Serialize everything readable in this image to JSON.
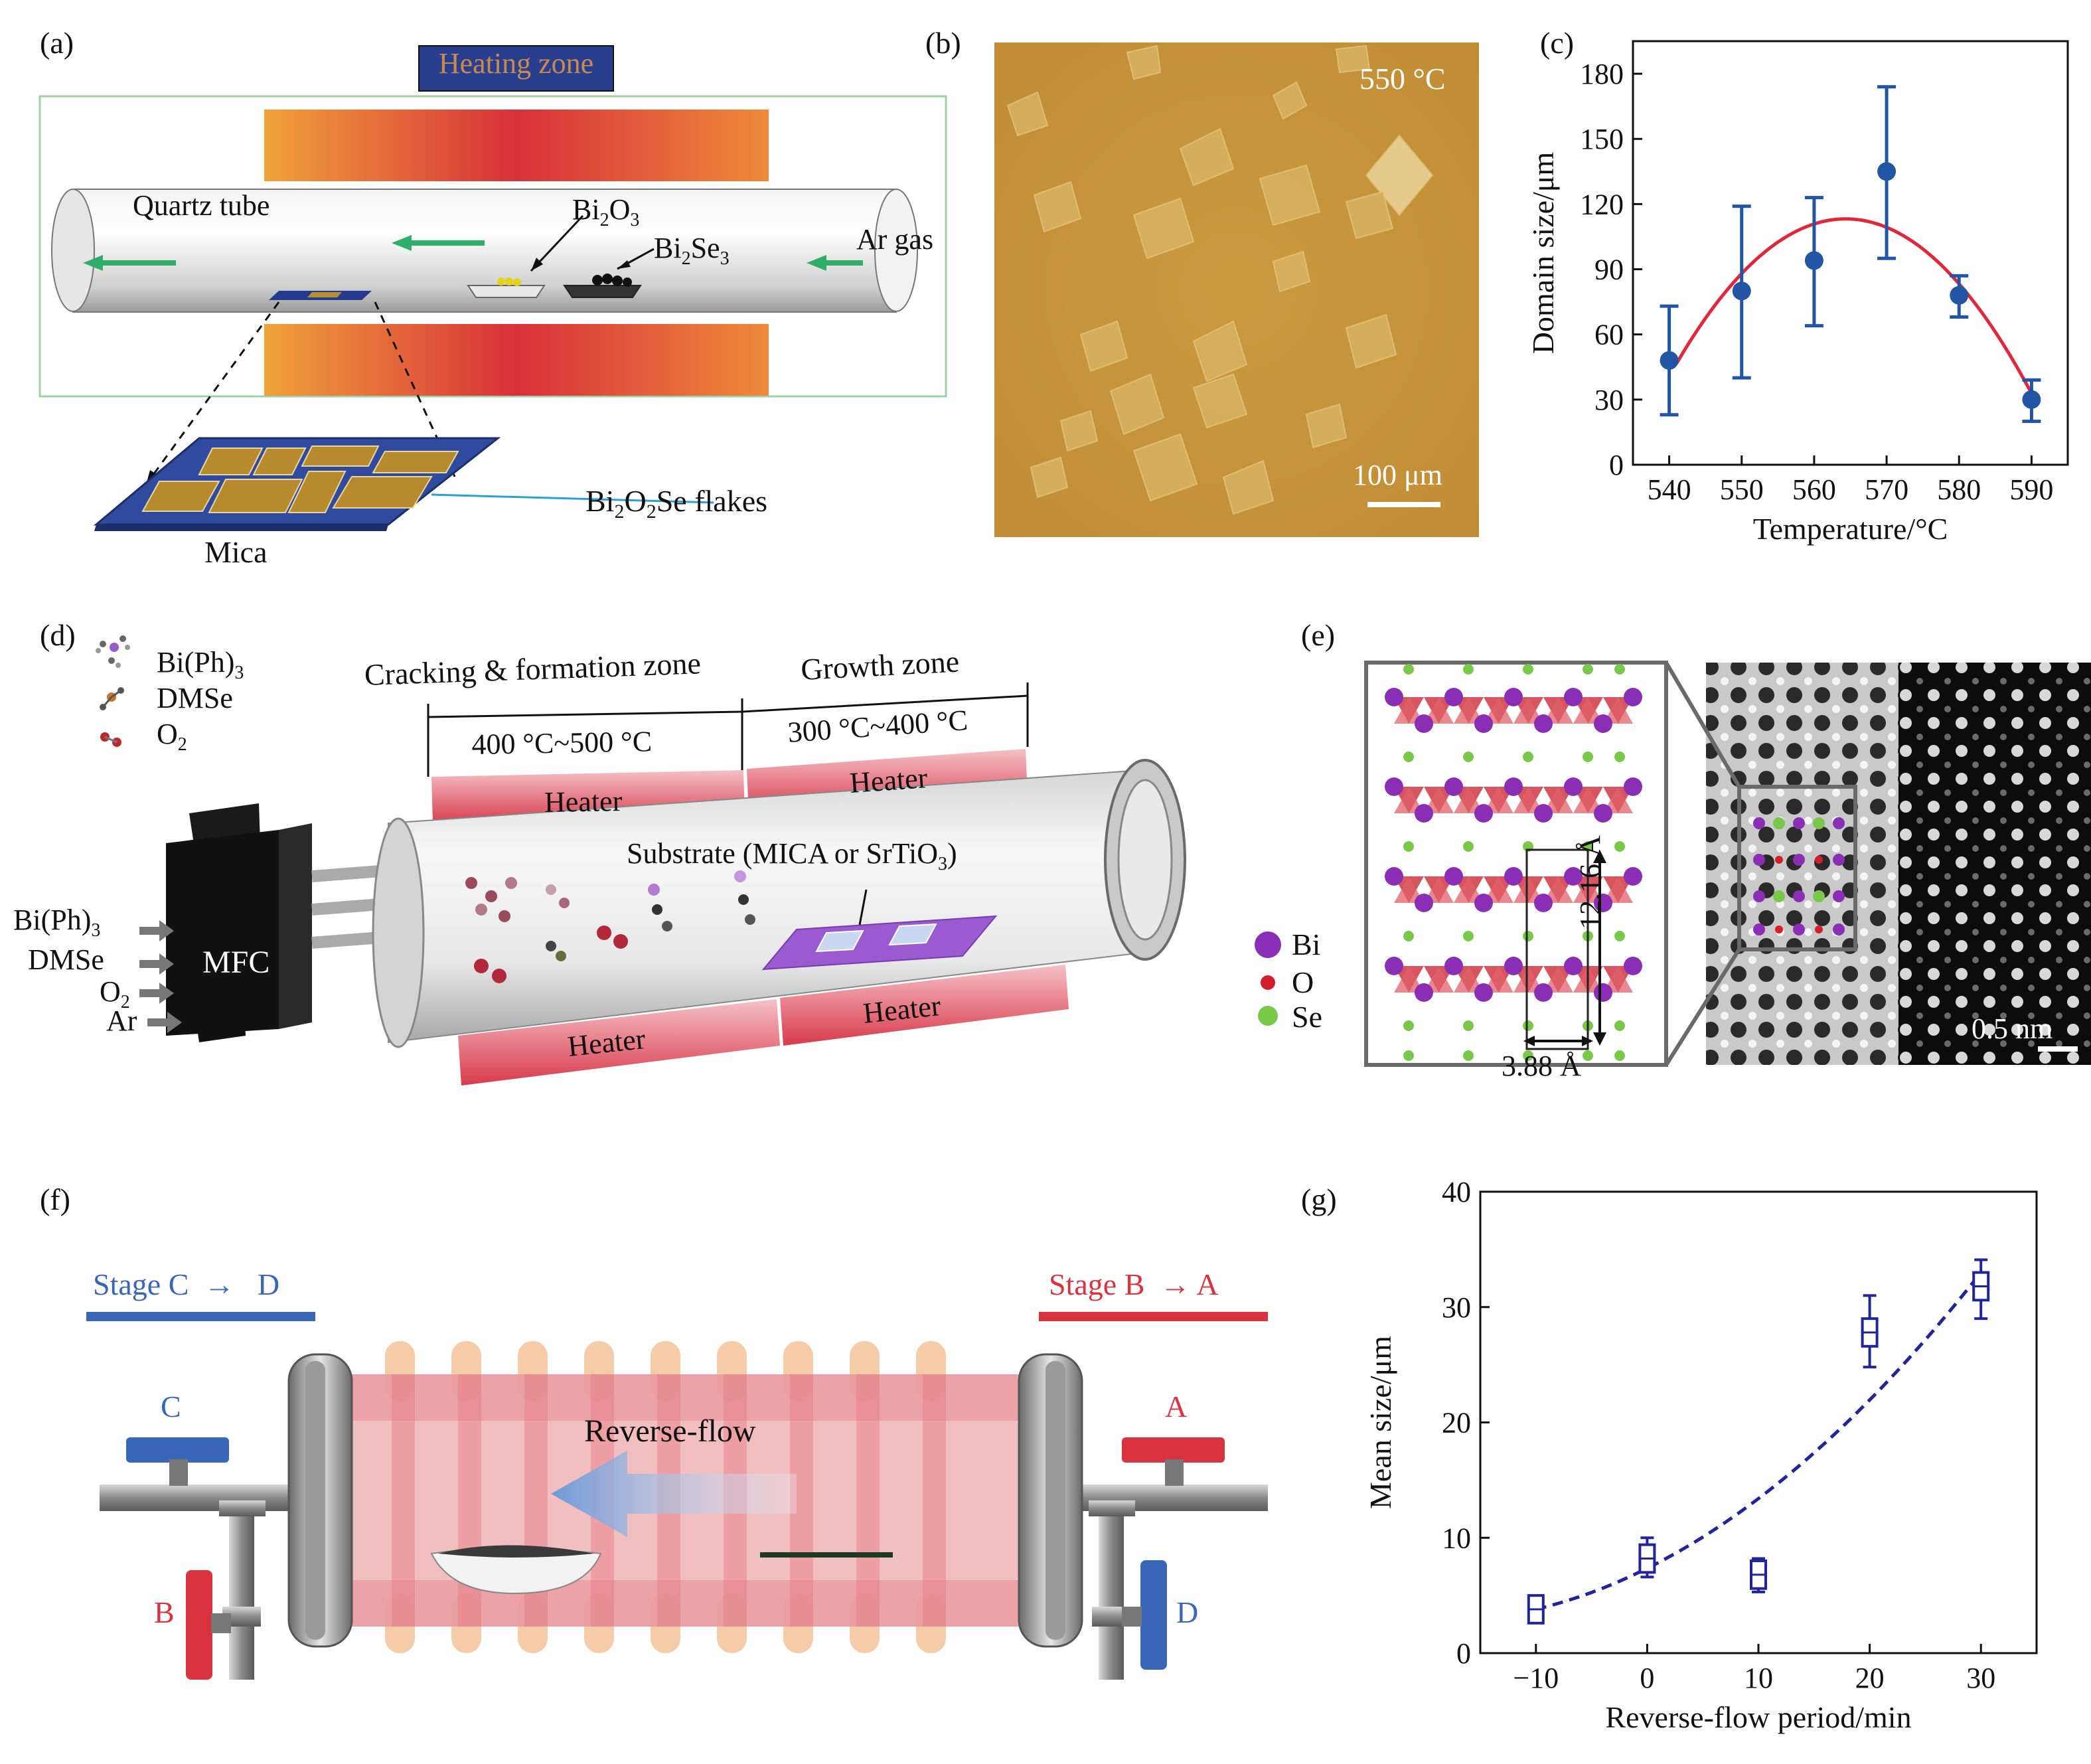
{
  "panels": {
    "a": {
      "letter": "(a)",
      "heating_zone": "Heating zone",
      "quartz_tube": "Quartz tube",
      "bi2o3": [
        "Bi",
        "2",
        "O",
        "3"
      ],
      "bi2se3": [
        "Bi",
        "2",
        "Se",
        "3"
      ],
      "ar_gas": "Ar gas",
      "flakes": [
        "Bi",
        "2",
        "O",
        "2",
        "Se flakes"
      ],
      "mica": "Mica"
    },
    "b": {
      "letter": "(b)",
      "temperature": "550 °C",
      "scale_bar": "100 μm"
    },
    "d": {
      "letter": "(d)",
      "legend": [
        "Bi(Ph)",
        "3",
        "DMSe",
        "O",
        "2"
      ],
      "zone1": "Cracking & formation zone",
      "zone2": "Growth zone",
      "temp1": "400 °C~500 °C",
      "temp2": "300 °C~400 °C",
      "heater": "Heater",
      "substrate": [
        "Substrate (MICA or SrTiO",
        "3",
        ")"
      ],
      "inputs": [
        "Bi(Ph)",
        "3",
        "DMSe",
        "O",
        "2",
        "Ar"
      ],
      "mfc": "MFC"
    },
    "e": {
      "letter": "(e)",
      "legend": [
        "Bi",
        "O",
        "Se"
      ],
      "c_lattice": "12.16 Å",
      "a_lattice": "3.88 Å",
      "scale_bar": "0.5 nm"
    },
    "f": {
      "letter": "(f)",
      "stage_cd": "Stage C  →   D",
      "stage_ba": "Stage B  → A",
      "reverse_flow": "Reverse-flow",
      "valves": [
        "A",
        "B",
        "C",
        "D"
      ]
    }
  },
  "colors": {
    "heater_red": "#d83a4c",
    "valve_red": "#d93340",
    "valve_blue": "#3a66b8",
    "chart_blue": "#2255a4",
    "fit_red": "#e0283c",
    "g_blue": "#22259a"
  },
  "chart_data": [
    {
      "panel": "(c)",
      "type": "scatter",
      "x": [
        540,
        550,
        560,
        570,
        580,
        590
      ],
      "y": [
        48,
        80,
        94,
        135,
        78,
        30
      ],
      "y_err_upper": [
        73,
        119,
        123,
        174,
        87,
        39
      ],
      "y_err_lower": [
        23,
        40,
        64,
        95,
        68,
        20
      ],
      "fit": "quadratic",
      "xlabel": "Temperature/°C",
      "ylabel": "Domain size/μm",
      "xlim": [
        535,
        595
      ],
      "ylim": [
        0,
        195
      ],
      "xticks": [
        "540",
        "550",
        "560",
        "570",
        "580",
        "590"
      ],
      "yticks": [
        "0",
        "30",
        "60",
        "90",
        "120",
        "150",
        "180"
      ]
    },
    {
      "panel": "(g)",
      "type": "scatter",
      "x": [
        -10,
        0,
        10,
        20,
        30
      ],
      "y": [
        3.8,
        8.2,
        6.8,
        27.8,
        31.8
      ],
      "y_err_upper": [
        4.9,
        10.0,
        8.2,
        31.0,
        34.1
      ],
      "y_err_lower": [
        2.8,
        6.6,
        5.3,
        24.8,
        29.0
      ],
      "fit": "dashed curve",
      "xlabel": "Reverse-flow period/min",
      "ylabel": "Mean size/μm",
      "xlim": [
        -15,
        35
      ],
      "ylim": [
        0,
        40
      ],
      "xticks": [
        "−10",
        "0",
        "10",
        "20",
        "30"
      ],
      "yticks": [
        "0",
        "10",
        "20",
        "30",
        "40"
      ]
    }
  ]
}
